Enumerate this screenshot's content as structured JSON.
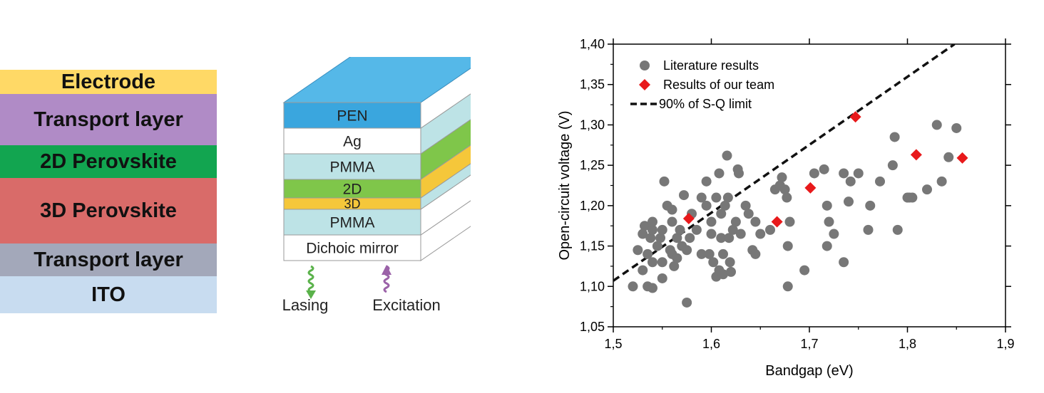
{
  "layer_stack": {
    "layers": [
      {
        "label": "Electrode",
        "color": "#FFD966"
      },
      {
        "label": "Transport layer",
        "color": "#B08BC6"
      },
      {
        "label": "2D Perovskite",
        "color": "#12A550"
      },
      {
        "label": "3D Perovskite",
        "color": "#D96B69"
      },
      {
        "label": "Transport layer",
        "color": "#A3A8BA"
      },
      {
        "label": "ITO",
        "color": "#C8DCF0"
      }
    ]
  },
  "device": {
    "layers": [
      {
        "label": "PEN",
        "front": "#3AA6DE",
        "side": "#FFFFFF"
      },
      {
        "label": "Ag",
        "front": "#FFFFFF",
        "side": "#BDE3E6"
      },
      {
        "label": "PMMA",
        "front": "#BDE3E6",
        "side": "#7FC64A"
      },
      {
        "label": "2D",
        "front": "#7FC64A",
        "side": "#F5C73A"
      },
      {
        "label": "3D",
        "front": "#F5C73A",
        "side": "#BDE3E6"
      },
      {
        "label": "PMMA",
        "front": "#BDE3E6",
        "side": "#FFFFFF"
      },
      {
        "label": "Dichoic mirror",
        "front": "#FFFFFF",
        "side": "#FFFFFF"
      }
    ],
    "top_color": "#55B8E8",
    "lasing_label": "Lasing",
    "excitation_label": "Excitation",
    "lasing_color": "#5AB24A",
    "excitation_color": "#9B62A8"
  },
  "chart_data": {
    "type": "scatter",
    "xlabel": "Bandgap (eV)",
    "ylabel": "Open-circuit voltage (V)",
    "xlim": [
      1.5,
      1.9
    ],
    "ylim": [
      1.05,
      1.4
    ],
    "xticks": [
      1.5,
      1.6,
      1.7,
      1.8,
      1.9
    ],
    "yticks": [
      1.05,
      1.1,
      1.15,
      1.2,
      1.25,
      1.3,
      1.35,
      1.4
    ],
    "xtick_labels": [
      "1,5",
      "1,6",
      "1,7",
      "1,8",
      "1,9"
    ],
    "ytick_labels": [
      "1,05",
      "1,10",
      "1,15",
      "1,20",
      "1,25",
      "1,30",
      "1,35",
      "1,40"
    ],
    "legend_position": "top-left",
    "series": [
      {
        "name": "Literature results",
        "marker": "circle",
        "color": "#777777",
        "points": [
          [
            1.52,
            1.1
          ],
          [
            1.525,
            1.145
          ],
          [
            1.53,
            1.12
          ],
          [
            1.53,
            1.165
          ],
          [
            1.532,
            1.175
          ],
          [
            1.535,
            1.1
          ],
          [
            1.535,
            1.14
          ],
          [
            1.538,
            1.16
          ],
          [
            1.54,
            1.098
          ],
          [
            1.54,
            1.13
          ],
          [
            1.54,
            1.17
          ],
          [
            1.54,
            1.18
          ],
          [
            1.545,
            1.15
          ],
          [
            1.548,
            1.16
          ],
          [
            1.55,
            1.11
          ],
          [
            1.55,
            1.17
          ],
          [
            1.55,
            1.13
          ],
          [
            1.552,
            1.23
          ],
          [
            1.555,
            1.2
          ],
          [
            1.558,
            1.145
          ],
          [
            1.56,
            1.18
          ],
          [
            1.56,
            1.14
          ],
          [
            1.56,
            1.195
          ],
          [
            1.562,
            1.125
          ],
          [
            1.565,
            1.16
          ],
          [
            1.565,
            1.135
          ],
          [
            1.568,
            1.17
          ],
          [
            1.57,
            1.15
          ],
          [
            1.572,
            1.213
          ],
          [
            1.575,
            1.08
          ],
          [
            1.575,
            1.145
          ],
          [
            1.578,
            1.16
          ],
          [
            1.58,
            1.19
          ],
          [
            1.585,
            1.17
          ],
          [
            1.59,
            1.14
          ],
          [
            1.59,
            1.21
          ],
          [
            1.595,
            1.23
          ],
          [
            1.595,
            1.2
          ],
          [
            1.598,
            1.14
          ],
          [
            1.6,
            1.165
          ],
          [
            1.6,
            1.18
          ],
          [
            1.602,
            1.13
          ],
          [
            1.605,
            1.112
          ],
          [
            1.605,
            1.21
          ],
          [
            1.608,
            1.24
          ],
          [
            1.608,
            1.12
          ],
          [
            1.61,
            1.19
          ],
          [
            1.61,
            1.16
          ],
          [
            1.612,
            1.14
          ],
          [
            1.612,
            1.115
          ],
          [
            1.614,
            1.2
          ],
          [
            1.616,
            1.262
          ],
          [
            1.617,
            1.21
          ],
          [
            1.618,
            1.16
          ],
          [
            1.619,
            1.13
          ],
          [
            1.62,
            1.118
          ],
          [
            1.622,
            1.17
          ],
          [
            1.625,
            1.18
          ],
          [
            1.627,
            1.245
          ],
          [
            1.628,
            1.24
          ],
          [
            1.63,
            1.165
          ],
          [
            1.635,
            1.2
          ],
          [
            1.638,
            1.19
          ],
          [
            1.642,
            1.145
          ],
          [
            1.645,
            1.18
          ],
          [
            1.645,
            1.14
          ],
          [
            1.65,
            1.165
          ],
          [
            1.66,
            1.17
          ],
          [
            1.665,
            1.22
          ],
          [
            1.67,
            1.225
          ],
          [
            1.672,
            1.235
          ],
          [
            1.675,
            1.22
          ],
          [
            1.677,
            1.21
          ],
          [
            1.678,
            1.15
          ],
          [
            1.678,
            1.1
          ],
          [
            1.68,
            1.18
          ],
          [
            1.695,
            1.12
          ],
          [
            1.705,
            1.24
          ],
          [
            1.715,
            1.245
          ],
          [
            1.718,
            1.2
          ],
          [
            1.718,
            1.15
          ],
          [
            1.72,
            1.18
          ],
          [
            1.725,
            1.165
          ],
          [
            1.735,
            1.24
          ],
          [
            1.735,
            1.13
          ],
          [
            1.74,
            1.205
          ],
          [
            1.742,
            1.23
          ],
          [
            1.75,
            1.24
          ],
          [
            1.76,
            1.17
          ],
          [
            1.762,
            1.2
          ],
          [
            1.772,
            1.23
          ],
          [
            1.785,
            1.25
          ],
          [
            1.787,
            1.285
          ],
          [
            1.79,
            1.17
          ],
          [
            1.8,
            1.21
          ],
          [
            1.802,
            1.21
          ],
          [
            1.805,
            1.21
          ],
          [
            1.82,
            1.22
          ],
          [
            1.83,
            1.3
          ],
          [
            1.835,
            1.23
          ],
          [
            1.842,
            1.26
          ],
          [
            1.85,
            1.296
          ]
        ]
      },
      {
        "name": "Results of our team",
        "marker": "diamond",
        "color": "#E8191B",
        "points": [
          [
            1.577,
            1.184
          ],
          [
            1.667,
            1.18
          ],
          [
            1.701,
            1.222
          ],
          [
            1.747,
            1.31
          ],
          [
            1.809,
            1.263
          ],
          [
            1.856,
            1.259
          ]
        ]
      },
      {
        "name": "90% of S-Q limit",
        "marker": "dashed-line",
        "color": "#111111",
        "points": [
          [
            1.5,
            1.107
          ],
          [
            1.848,
            1.4
          ]
        ]
      }
    ]
  }
}
